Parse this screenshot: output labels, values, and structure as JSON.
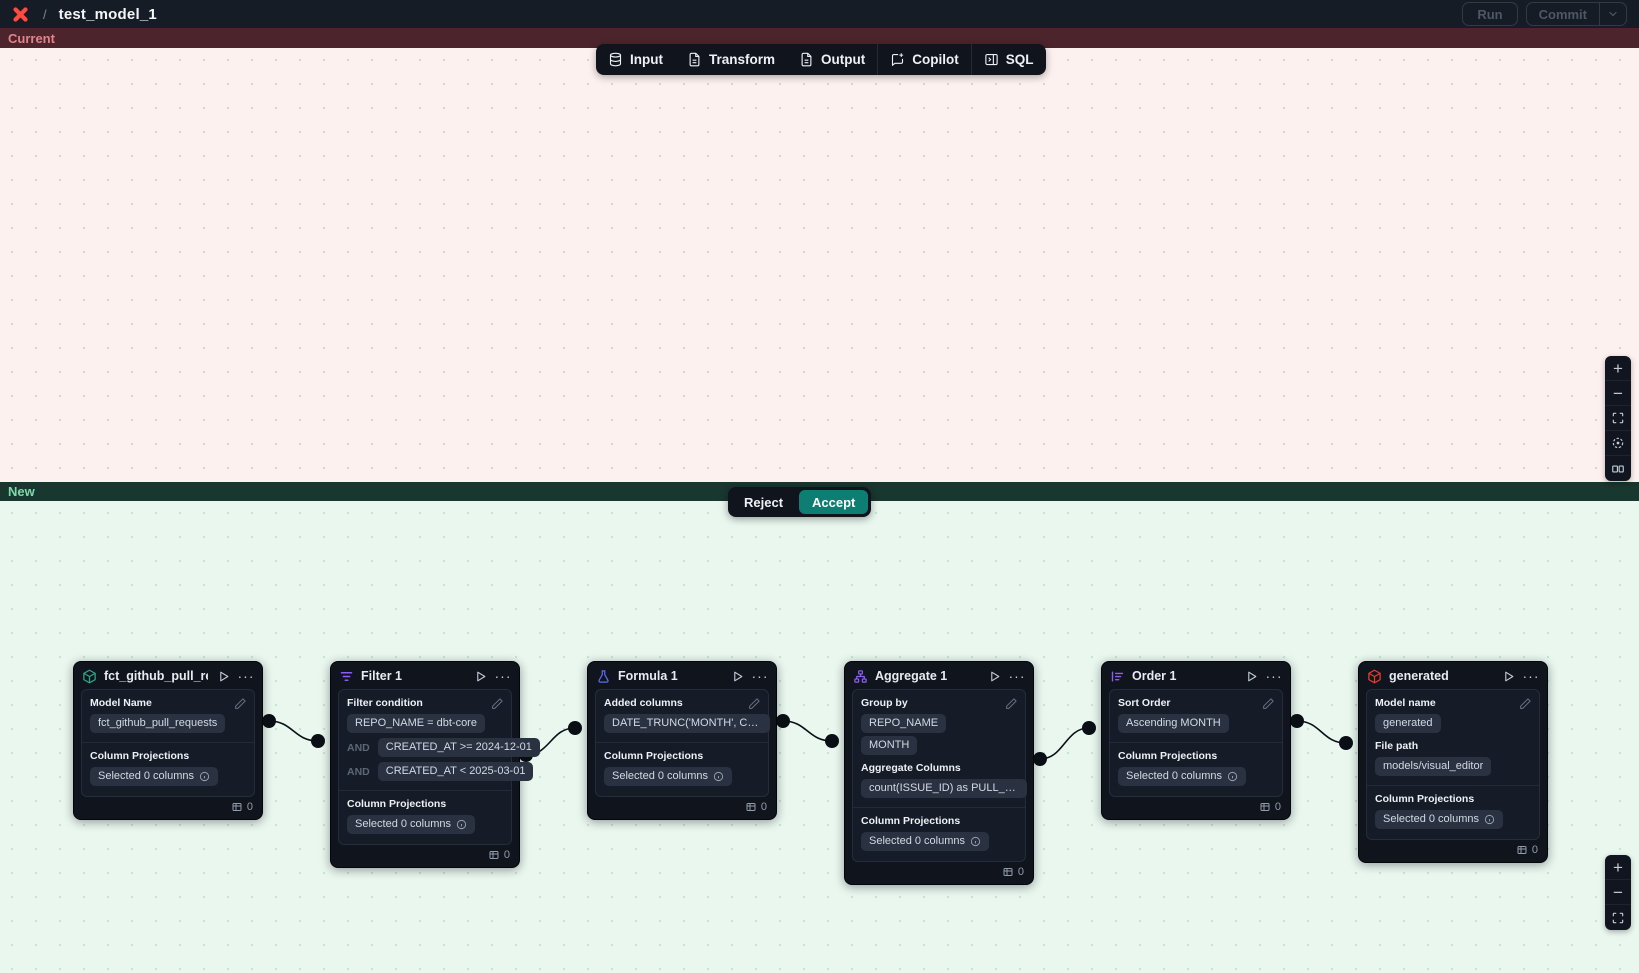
{
  "topbar": {
    "separator": "/",
    "title": "test_model_1",
    "run": "Run",
    "commit": "Commit"
  },
  "flow_toolbar": {
    "input": "Input",
    "transform": "Transform",
    "output": "Output",
    "copilot": "Copilot",
    "sql": "SQL"
  },
  "current_pane": {
    "label": "Current"
  },
  "new_pane": {
    "label": "New",
    "reject": "Reject",
    "accept": "Accept"
  },
  "zoom_controls": {
    "plus": "+",
    "minus": "−"
  },
  "nodes": [
    {
      "icon": "model-cube-green-icon",
      "title": "fct_github_pull_requests",
      "f1_label": "Model Name",
      "f1_value": "fct_github_pull_requests",
      "proj_label": "Column Projections",
      "proj_value": "Selected 0 columns",
      "count": "0"
    },
    {
      "icon": "filter-icon",
      "title": "Filter 1",
      "f1_label": "Filter condition",
      "f1_value": "REPO_NAME = dbt-core",
      "and1": "AND",
      "and1_value": "CREATED_AT >= 2024-12-01",
      "and2": "AND",
      "and2_value": "CREATED_AT < 2025-03-01",
      "proj_label": "Column Projections",
      "proj_value": "Selected 0 columns",
      "count": "0"
    },
    {
      "icon": "formula-flask-icon",
      "title": "Formula 1",
      "f1_label": "Added columns",
      "f1_value": "DATE_TRUNC('MONTH', CREATED_AT…",
      "proj_label": "Column Projections",
      "proj_value": "Selected 0 columns",
      "count": "0"
    },
    {
      "icon": "aggregate-icon",
      "title": "Aggregate 1",
      "f1_label": "Group by",
      "f1_value": "REPO_NAME",
      "f1_value2": "MONTH",
      "f2_label": "Aggregate Columns",
      "f2_value": "count(ISSUE_ID) as PULL_REQUEST_…",
      "proj_label": "Column Projections",
      "proj_value": "Selected 0 columns",
      "count": "0"
    },
    {
      "icon": "sort-icon",
      "title": "Order 1",
      "f1_label": "Sort Order",
      "f1_value": "Ascending MONTH",
      "proj_label": "Column Projections",
      "proj_value": "Selected 0 columns",
      "count": "0"
    },
    {
      "icon": "model-cube-red-icon",
      "title": "generated",
      "f1_label": "Model name",
      "f1_value": "generated",
      "f2_label": "File path",
      "f2_value": "models/visual_editor",
      "proj_label": "Column Projections",
      "proj_value": "Selected 0 columns",
      "count": "0"
    }
  ],
  "colors": {
    "accent_teal": "#0e7e73",
    "current_bar_bg": "#4c242c",
    "current_bar_text": "#e2838b",
    "current_canvas_bg": "#fdf1ef",
    "new_bar_bg": "#17372f",
    "new_bar_text": "#7fd9ac",
    "new_canvas_bg": "#e9f7ef",
    "node_bg": "#10141d",
    "logo_orange": "#ff4a3f",
    "purple_icon": "#8b5cf6",
    "green_icon": "#33a386",
    "red_icon": "#e23d2e",
    "blue_icon": "#5b6cf2"
  }
}
